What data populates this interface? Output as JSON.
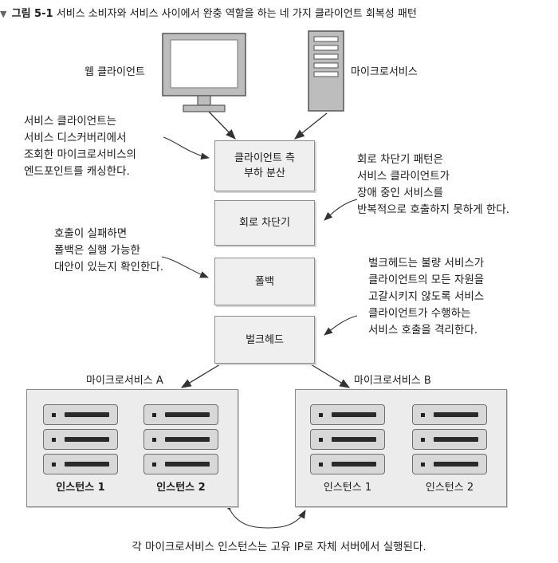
{
  "caption": {
    "prefix": "그림 5-1",
    "text": "서비스 소비자와 서비스 사이에서 완충 역할을 하는 네 가지 클라이언트 회복성 패턴"
  },
  "top": {
    "web_client_label": "웹 클라이언트",
    "microservice_label": "마이크로서비스"
  },
  "pattern_boxes": {
    "load_balancing": [
      "클라이언트 측",
      "부하 분산"
    ],
    "circuit_breaker": "회로 차단기",
    "fallback": "폴백",
    "bulkhead": "벌크헤드"
  },
  "notes": {
    "load_balancing": [
      "서비스 클라이언트는",
      "서비스 디스커버리에서",
      "조회한 마이크로서비스의",
      "엔드포인트를 캐싱한다."
    ],
    "circuit_breaker": [
      "회로 차단기 패턴은",
      "서비스 클라이언트가",
      "장애 중인 서비스를",
      "반복적으로 호출하지 못하게 한다."
    ],
    "fallback": [
      "호출이 실패하면",
      "폴백은 실행 가능한",
      "대안이 있는지 확인한다."
    ],
    "bulkhead": [
      "벌크헤드는 불량 서비스가",
      "클라이언트의 모든 자원을",
      "고갈시키지 않도록 서비스",
      "클라이언트가 수행하는",
      "서비스 호출을 격리한다."
    ]
  },
  "services": {
    "a": {
      "label": "마이크로서비스 A",
      "instances": [
        "인스턴스 1",
        "인스턴스 2"
      ]
    },
    "b": {
      "label": "마이크로서비스 B",
      "instances": [
        "인스턴스 1",
        "인스턴스 2"
      ]
    }
  },
  "footer": "각 마이크로서비스 인스턴스는 고유 IP로 자체 서버에서 실행된다."
}
